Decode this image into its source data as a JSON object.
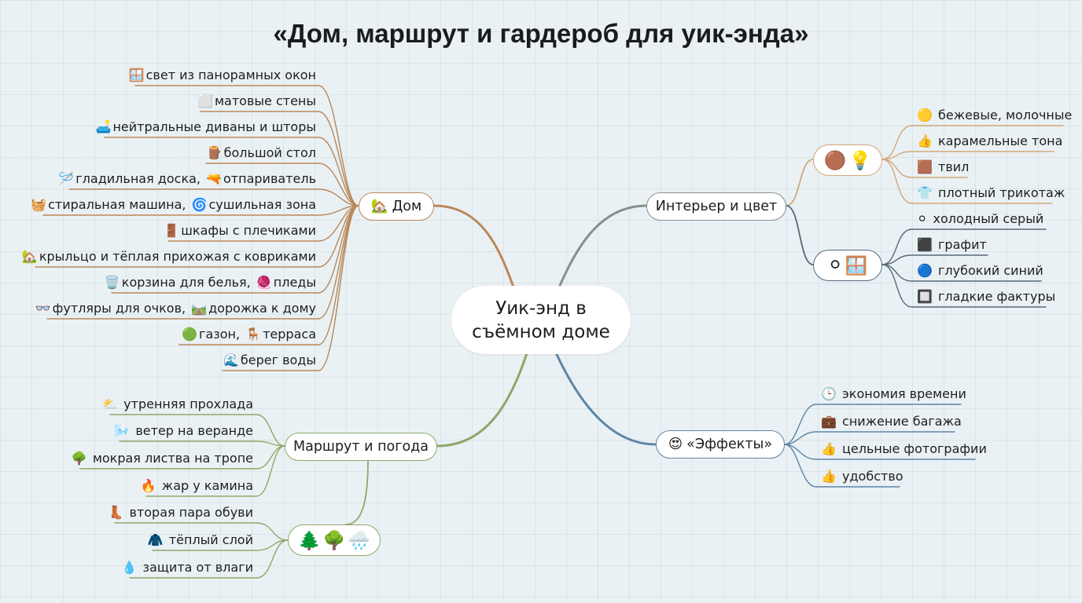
{
  "title": "«Дом, маршрут и гардероб для уик-энда»",
  "center": {
    "line1": "Уик-энд в",
    "line2": "съёмном доме"
  },
  "colors": {
    "dom": "#b9875a",
    "interior": "#8a8f8c",
    "warm": "#d2a77a",
    "cool": "#55697a",
    "route": "#8ea86a",
    "effects": "#5c86a6"
  },
  "dom": {
    "icon": "🏡",
    "label": "Дом",
    "items": [
      {
        "icons": [
          "🪟"
        ],
        "parts": [
          "свет из панорамных окон"
        ]
      },
      {
        "icons": [
          "⬜"
        ],
        "parts": [
          "матовые стены"
        ]
      },
      {
        "icons": [
          "🛋️"
        ],
        "parts": [
          "нейтральные диваны и шторы"
        ]
      },
      {
        "icons": [
          "🪵"
        ],
        "parts": [
          "большой стол"
        ]
      },
      {
        "icons": [
          "🪡",
          "🔫"
        ],
        "parts": [
          "гладильная доска,",
          "отпариватель"
        ]
      },
      {
        "icons": [
          "🧺",
          "🌀"
        ],
        "parts": [
          "стиральная машина,",
          "сушильная зона"
        ]
      },
      {
        "icons": [
          "🚪"
        ],
        "parts": [
          "шкафы с плечиками"
        ]
      },
      {
        "icons": [
          "🏡"
        ],
        "parts": [
          "крыльцо и тёплая прихожая с ковриками"
        ]
      },
      {
        "icons": [
          "🗑️",
          "🧶"
        ],
        "parts": [
          "корзина для белья,",
          "пледы"
        ]
      },
      {
        "icons": [
          "👓",
          "🛤️"
        ],
        "parts": [
          "футляры для очков,",
          "дорожка к дому"
        ]
      },
      {
        "icons": [
          "🟢",
          "🪑"
        ],
        "parts": [
          "газон,",
          "терраса"
        ]
      },
      {
        "icons": [
          "🌊"
        ],
        "parts": [
          "берег воды"
        ]
      }
    ]
  },
  "interior": {
    "label": "Интерьер и цвет",
    "warm": {
      "icons": [
        "🟤",
        "💡"
      ],
      "items": [
        {
          "icon": "🟡",
          "text": "бежевые, молочные"
        },
        {
          "icon": "👍",
          "text": "карамельные тона"
        },
        {
          "icon": "🟫",
          "text": "твил"
        },
        {
          "icon": "👕",
          "text": "плотный трикотаж"
        }
      ]
    },
    "cool": {
      "icons": [
        "⚪",
        "🪟"
      ],
      "items": [
        {
          "icon": "⚪",
          "text": "холодный серый"
        },
        {
          "icon": "⬛",
          "text": "графит"
        },
        {
          "icon": "🔵",
          "text": "глубокий синий"
        },
        {
          "icon": "🔲",
          "text": "гладкие фактуры"
        }
      ]
    }
  },
  "route": {
    "label": "Маршрут и погода",
    "items": [
      {
        "icon": "⛅",
        "text": "утренняя прохлада"
      },
      {
        "icon": "🌬️",
        "text": "ветер на веранде"
      },
      {
        "icon": "🌳",
        "text": "мокрая листва на тропе"
      },
      {
        "icon": "🔥",
        "text": "жар у камина"
      }
    ],
    "gear": {
      "icons": [
        "🌲",
        "🌳",
        "🌧️"
      ],
      "items": [
        {
          "icon": "👢",
          "text": "вторая пара обуви"
        },
        {
          "icon": "🧥",
          "text": "тёплый слой"
        },
        {
          "icon": "💧",
          "text": "защита от влаги"
        }
      ]
    }
  },
  "effects": {
    "icon": "😍",
    "label": "«Эффекты»",
    "items": [
      {
        "icon": "🕒",
        "text": "экономия времени"
      },
      {
        "icon": "💼",
        "text": "снижение багажа"
      },
      {
        "icon": "👍",
        "text": "цельные фотографии"
      },
      {
        "icon": "👍",
        "text": "удобство"
      }
    ]
  }
}
